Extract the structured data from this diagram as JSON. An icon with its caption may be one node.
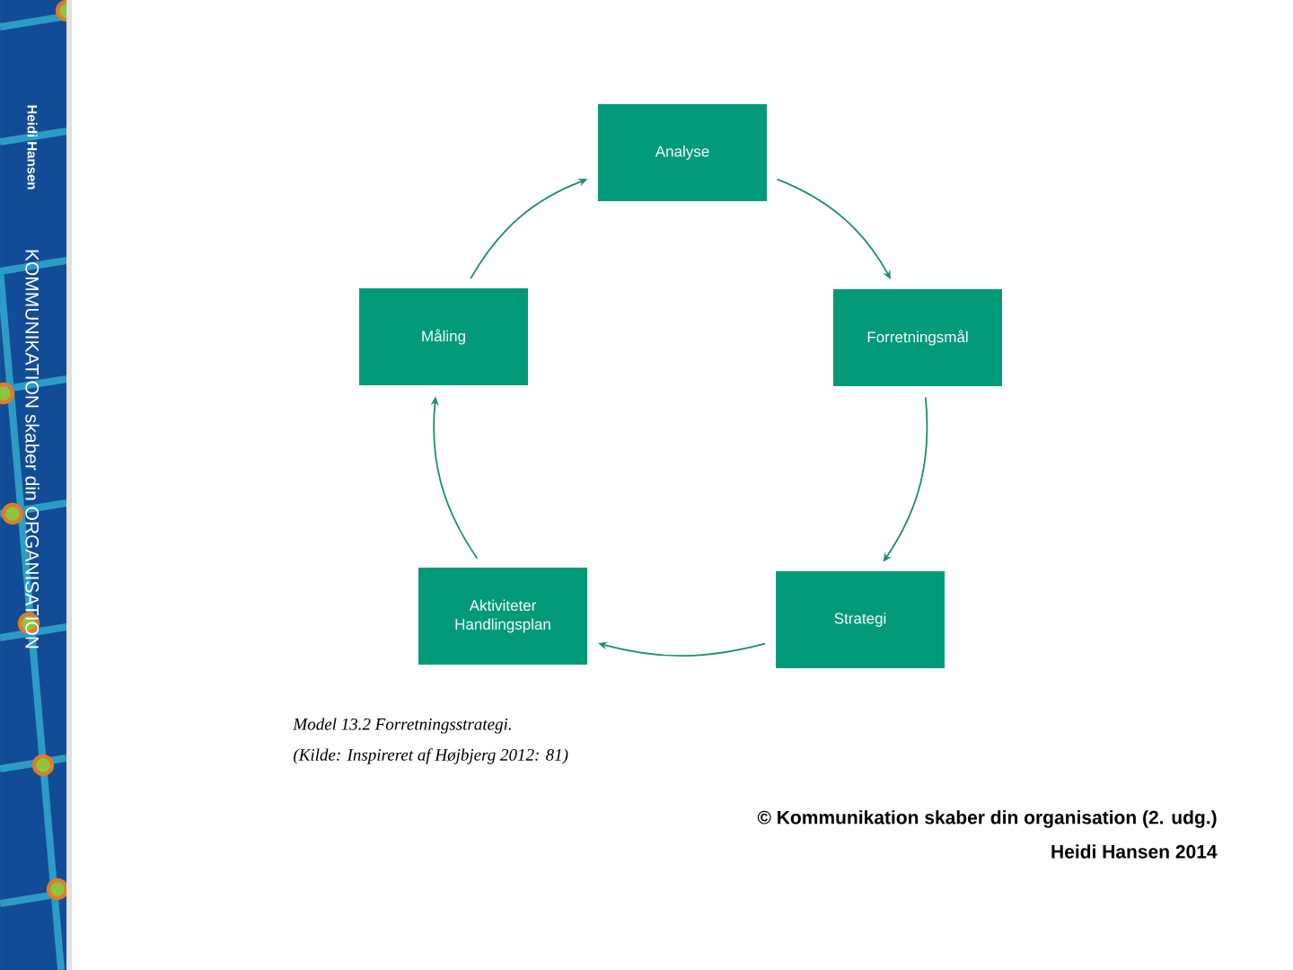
{
  "diagram": {
    "caption": "Model 13.2 Forretningsstrategi.",
    "nodes": [
      {
        "text": [
          "Analyse"
        ]
      },
      {
        "text": [
          "Måling"
        ]
      },
      {
        "text": [
          "Forretningsmål"
        ]
      },
      {
        "text": [
          "Aktiviteter Handlingsplan"
        ]
      },
      {
        "text": [
          "Strategi"
        ]
      }
    ],
    "edges": [
      {
        "from": 0,
        "to": 2,
        "arrow": "to"
      },
      {
        "from": 2,
        "to": 4,
        "arrow": "to"
      },
      {
        "from": 4,
        "to": 3,
        "arrow": "to"
      },
      {
        "from": 3,
        "to": 1,
        "arrow": "to"
      },
      {
        "from": 1,
        "to": 0,
        "arrow": "to"
      }
    ],
    "labels": [
      "Heidi Hansen",
      "KOMMUNIKATION skaber din ORGANISATION",
      "(Kilde: Inspireret af Højbjerg 2012: 81)",
      "© Kommunikation skaber din organisation (2. udg.)",
      "Heidi Hansen 2014"
    ]
  }
}
